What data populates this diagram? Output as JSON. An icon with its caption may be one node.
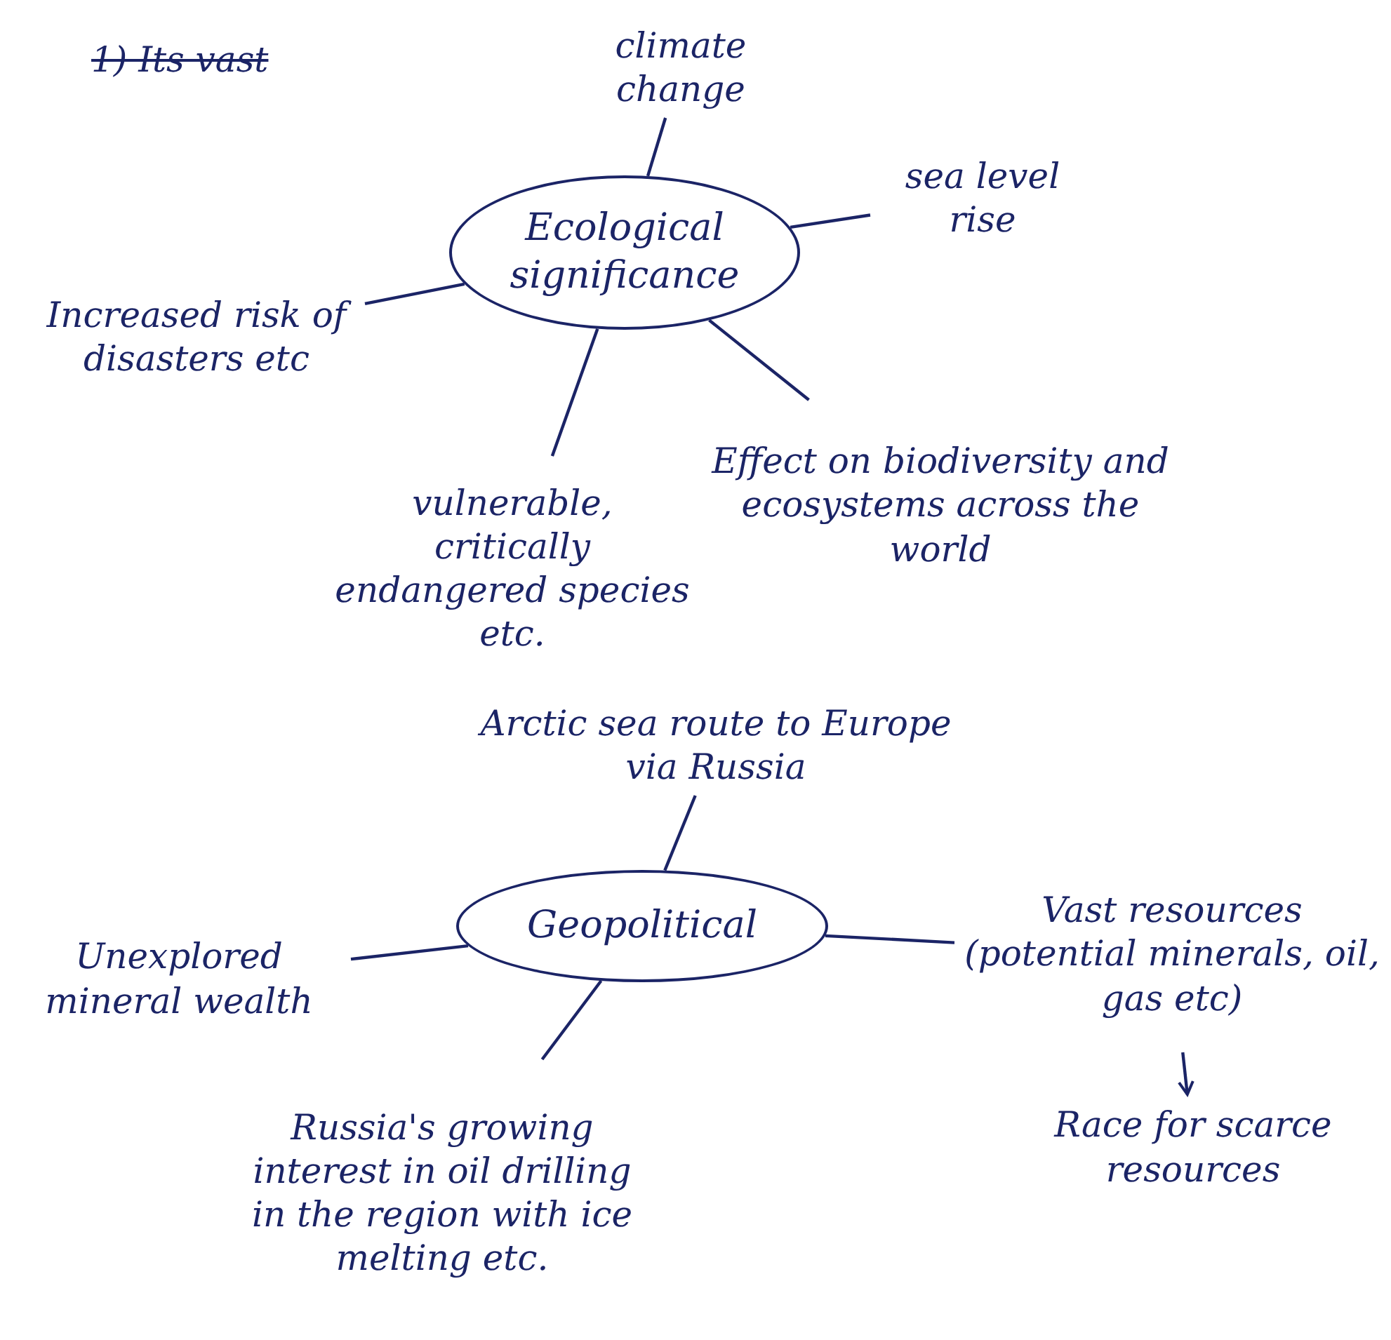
{
  "diagram": {
    "nodes": [
      {
        "text": [
          "Ecological significance"
        ]
      },
      {
        "text": [
          "climate change"
        ]
      },
      {
        "text": [
          "sea level rise"
        ]
      },
      {
        "text": [
          "Increased risk of disasters etc"
        ]
      },
      {
        "text": [
          "vulnerable, critically endangered species etc."
        ]
      },
      {
        "text": [
          "Effect on biodiversity and ecosystems across the world"
        ]
      },
      {
        "text": [
          "Arctic sea route to Europe via Russia"
        ]
      },
      {
        "text": [
          "Geopolitical"
        ]
      },
      {
        "text": [
          "Unexplored mineral wealth"
        ]
      },
      {
        "text": [
          "Russia's growing interest in oil drilling in the region with ice melting etc."
        ]
      },
      {
        "text": [
          "Vast resources (potential minerals, oil, gas etc)"
        ]
      },
      {
        "text": [
          "Race for scarce resources"
        ]
      }
    ],
    "edges": [
      {
        "from": 1,
        "to": 0,
        "arrow": "none"
      },
      {
        "from": 0,
        "to": 2,
        "arrow": "none"
      },
      {
        "from": 3,
        "to": 0,
        "arrow": "none"
      },
      {
        "from": 0,
        "to": 4,
        "arrow": "none"
      },
      {
        "from": 0,
        "to": 5,
        "arrow": "none"
      },
      {
        "from": 6,
        "to": 7,
        "arrow": "none"
      },
      {
        "from": 8,
        "to": 7,
        "arrow": "none"
      },
      {
        "from": 7,
        "to": 9,
        "arrow": "none"
      },
      {
        "from": 7,
        "to": 10,
        "arrow": "none"
      },
      {
        "from": 10,
        "to": 11,
        "arrow": "to"
      }
    ],
    "labels": [
      "1) Its vast"
    ]
  }
}
